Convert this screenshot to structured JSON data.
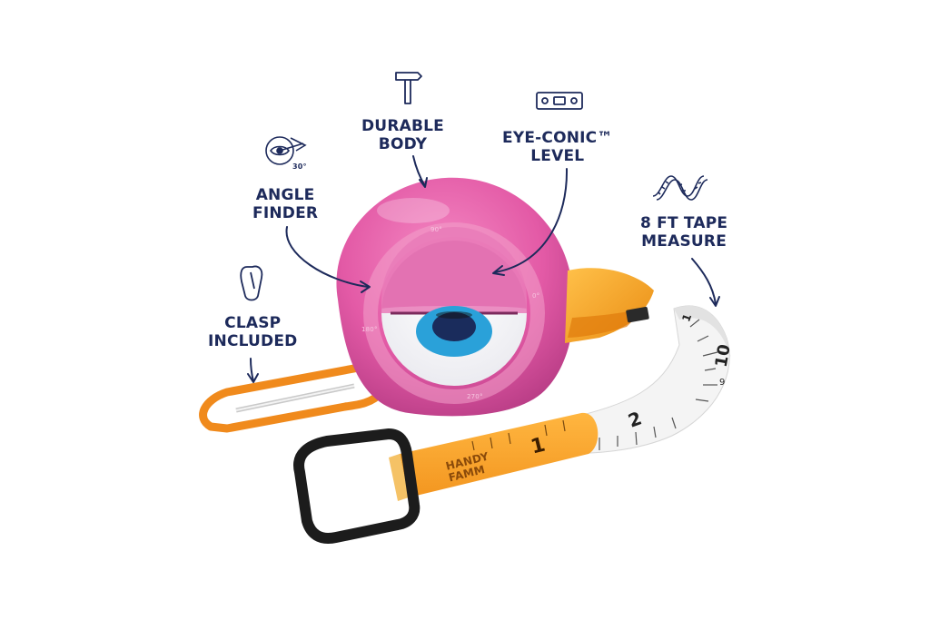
{
  "callouts": {
    "durable_body": {
      "line1": "DURABLE",
      "line2": "BODY",
      "icon": "hammer-icon"
    },
    "eye_conic_level": {
      "line1": "EYE-CONIC™",
      "line2": "LEVEL",
      "icon": "bubble-level-icon"
    },
    "angle_finder": {
      "line1": "ANGLE",
      "line2": "FINDER",
      "icon": "protractor-eye-icon",
      "icon_text": "30°"
    },
    "tape_measure": {
      "line1": "8 FT TAPE",
      "line2": "MEASURE",
      "icon": "tape-ribbon-icon"
    },
    "clasp": {
      "line1": "CLASP",
      "line2": "INCLUDED",
      "icon": "carabiner-icon"
    }
  },
  "product": {
    "brand_line1": "HANDY",
    "brand_line2": "FAMM",
    "dial_labels": [
      "90°",
      "0°",
      "180°",
      "270°"
    ],
    "tape_numbers": [
      "1",
      "2",
      "9",
      "10",
      "1"
    ]
  },
  "colors": {
    "text_navy": "#1d2a5b",
    "body_pink": "#e35aa6",
    "beak_orange": "#f5a623",
    "tape_orange": "#f7a22a",
    "eye_blue": "#2aa1d9",
    "clip_orange": "#f08a1c"
  }
}
